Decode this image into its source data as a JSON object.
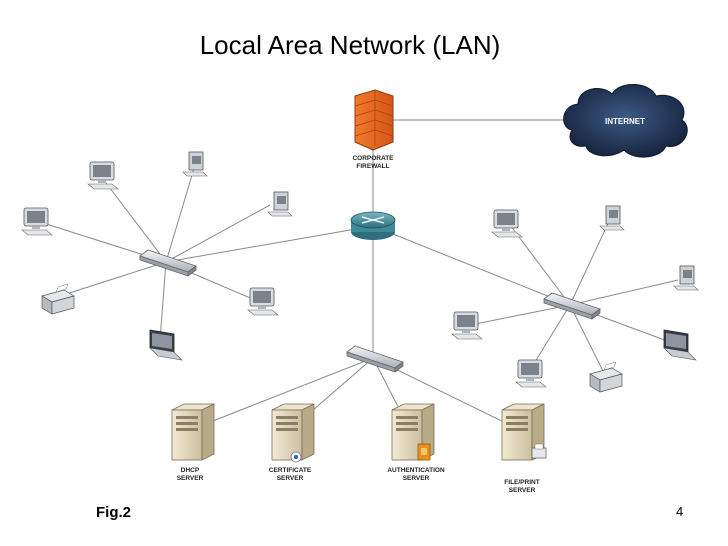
{
  "title": "Local Area Network (LAN)",
  "figure_label": "Fig.2",
  "page_number": "4",
  "firewall": {
    "line1": "CORPORATE",
    "line2": "FIREWALL"
  },
  "internet": {
    "label": "INTERNET"
  },
  "servers": [
    {
      "line1": "DHCP",
      "line2": "SERVER"
    },
    {
      "line1": "CERTIFICATE",
      "line2": "SERVER"
    },
    {
      "line1": "AUTHENTICATION",
      "line2": "SERVER"
    },
    {
      "line1": "FILE/PRINT",
      "line2": "SERVER"
    }
  ],
  "colors": {
    "firewall": "#e8691e",
    "cloud": "#1c2c46",
    "router": "#3f8a98",
    "switch": "#c8ccd2",
    "link": "#8a8a8a"
  }
}
